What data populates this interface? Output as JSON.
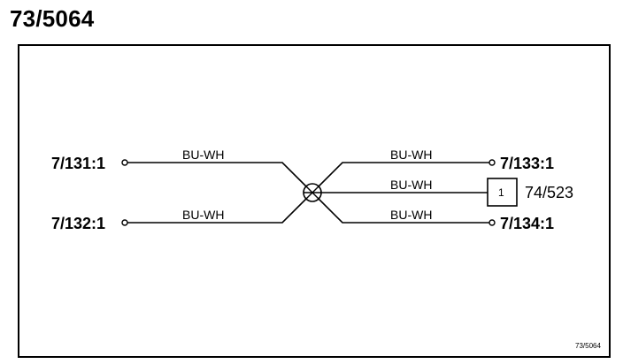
{
  "title": "73/5064",
  "footer_ref": "73/5064",
  "splice": {
    "name": "splice"
  },
  "left_terminals": [
    {
      "label": "7/131:1",
      "wire": "BU-WH"
    },
    {
      "label": "7/132:1",
      "wire": "BU-WH"
    }
  ],
  "right_terminals": [
    {
      "label": "7/133:1",
      "wire": "BU-WH"
    },
    {
      "label": "74/523",
      "pin": "1",
      "wire": "BU-WH"
    },
    {
      "label": "7/134:1",
      "wire": "BU-WH"
    }
  ]
}
